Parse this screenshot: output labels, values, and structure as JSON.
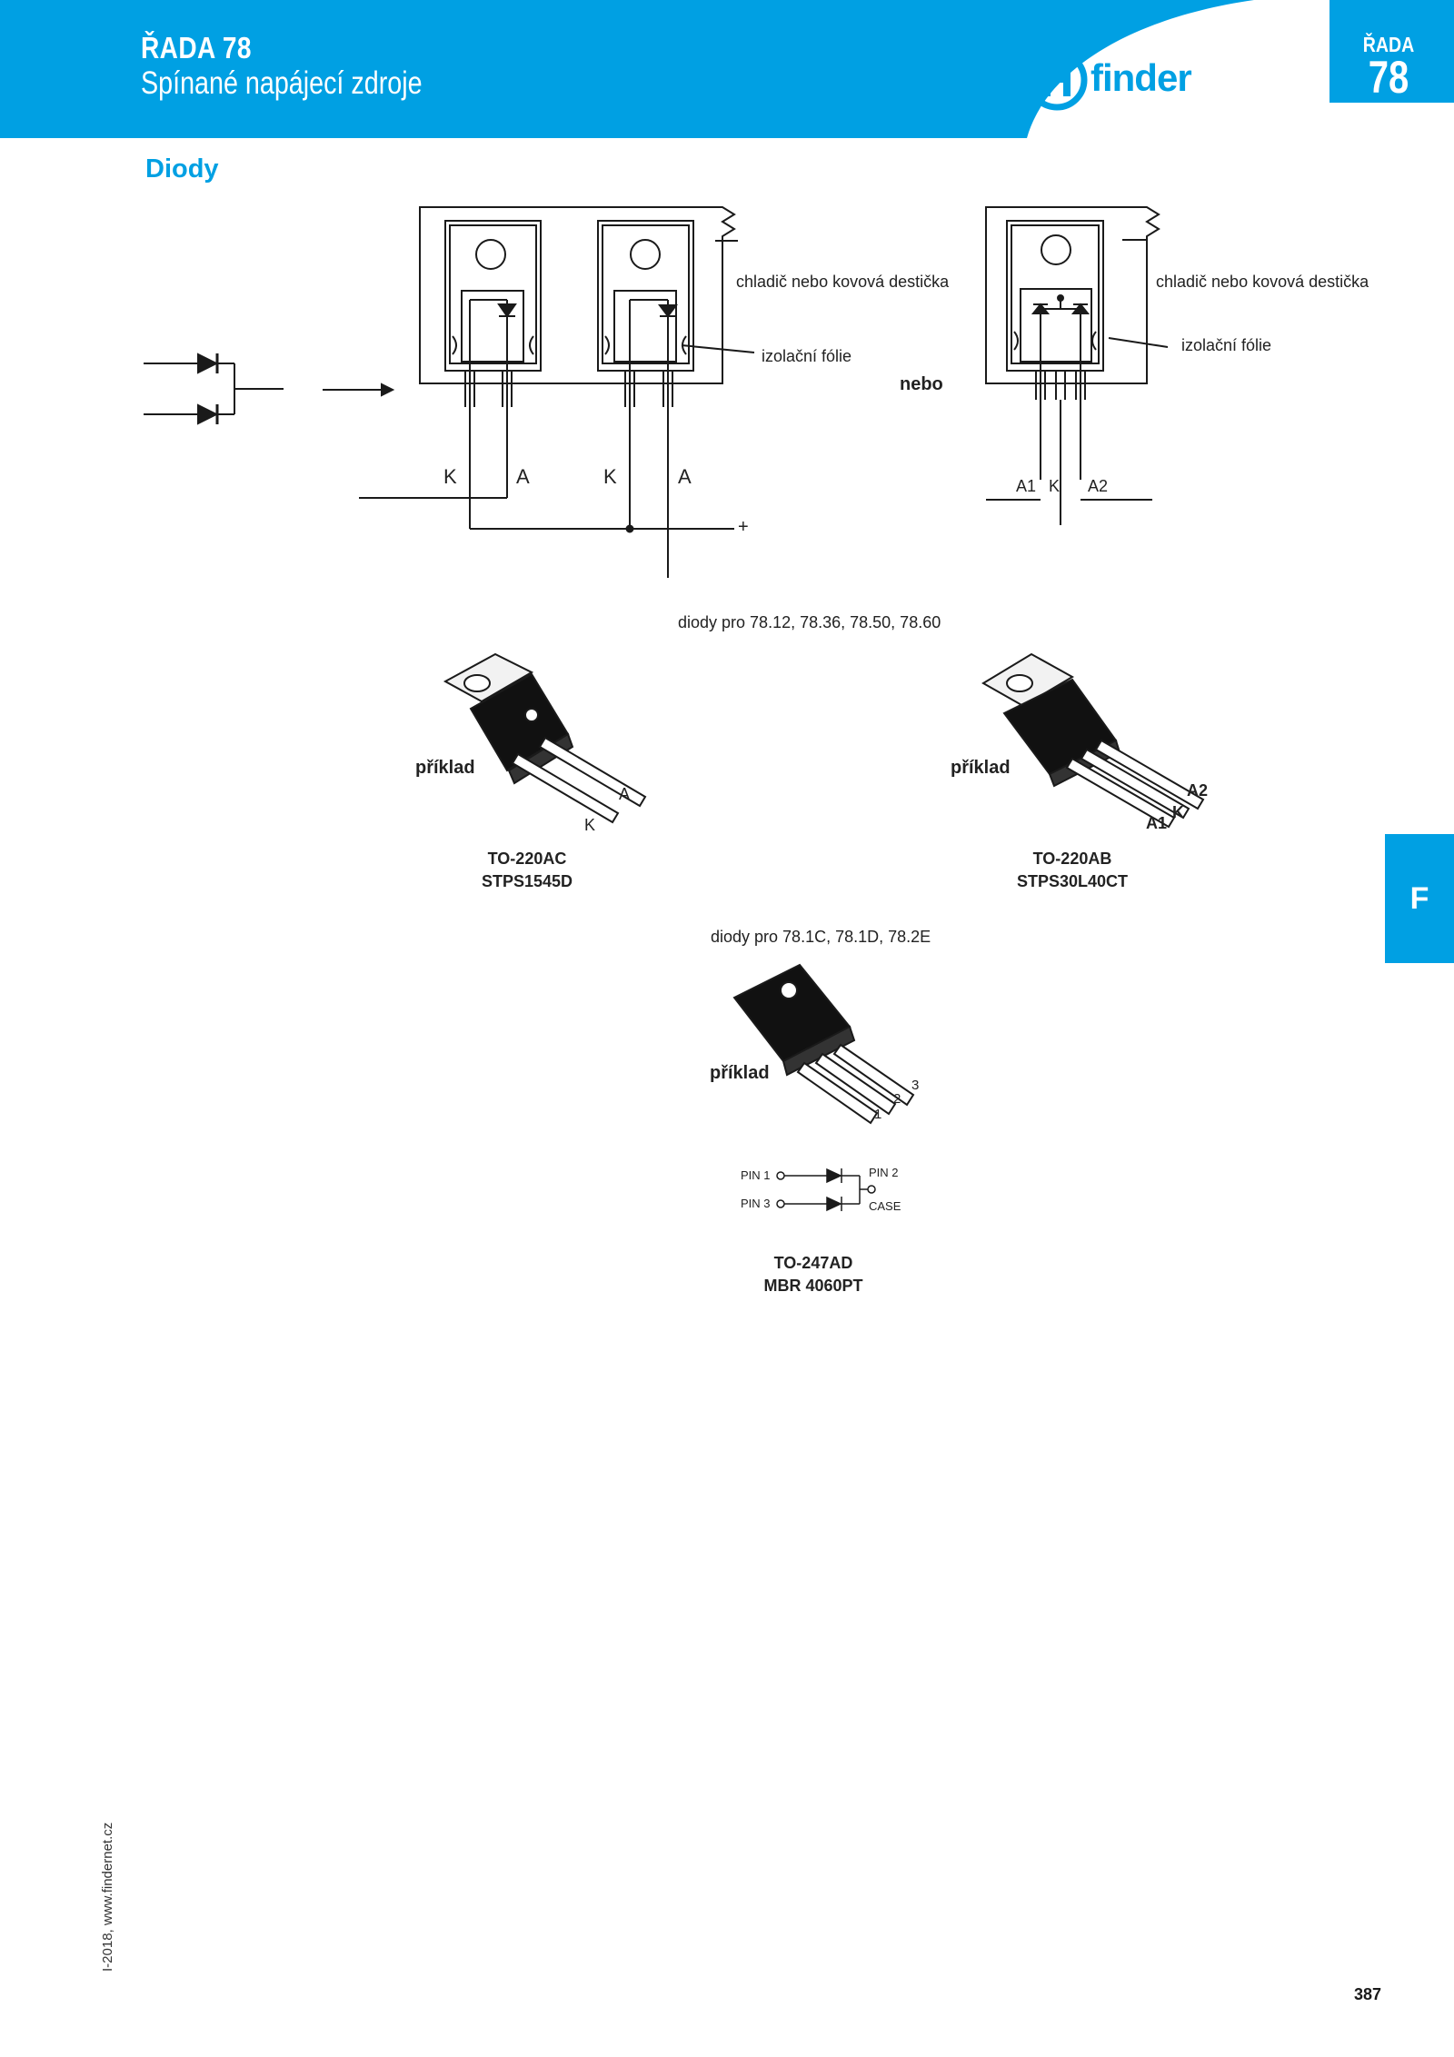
{
  "header": {
    "title": "ŘADA 78",
    "subtitle": "Spínané napájecí zdroje",
    "brand": "finder",
    "series_label": "ŘADA",
    "series_number": "78",
    "color": "#00A0E3"
  },
  "section": {
    "title": "Diody"
  },
  "wiring": {
    "heatsink_label_left": "chladič nebo kovová destička",
    "insulation_label_left": "izolační fólie",
    "or_label": "nebo",
    "heatsink_label_right": "chladič nebo kovová destička",
    "insulation_label_right": "izolační fólie",
    "pin_k_1": "K",
    "pin_a_1": "A",
    "pin_k_2": "K",
    "pin_a_2": "A",
    "plus": "+",
    "pin_a1": "A1",
    "pin_k": "K",
    "pin_a2": "A2"
  },
  "group1": {
    "caption": "diody pro 78.12, 78.36, 78.50, 78.60",
    "left": {
      "example": "příklad",
      "pin_a": "A",
      "pin_k": "K",
      "package": "TO-220AC",
      "part": "STPS1545D"
    },
    "right": {
      "example": "příklad",
      "pin_a2": "A2",
      "pin_a1": "A1",
      "pin_k": "K",
      "package": "TO-220AB",
      "part": "STPS30L40CT"
    }
  },
  "group2": {
    "caption": "diody pro 78.1C, 78.1D, 78.2E",
    "example": "příklad",
    "pin_1": "1",
    "pin_2": "2",
    "pin_3": "3",
    "schematic": {
      "pin1": "PIN 1",
      "pin3": "PIN 3",
      "pin2": "PIN 2",
      "case": "CASE"
    },
    "package": "TO-247AD",
    "part": "MBR 4060PT"
  },
  "side_tab": {
    "letter": "F"
  },
  "footer": {
    "edition": "I-2018, www.findernet.cz",
    "page": "387"
  }
}
